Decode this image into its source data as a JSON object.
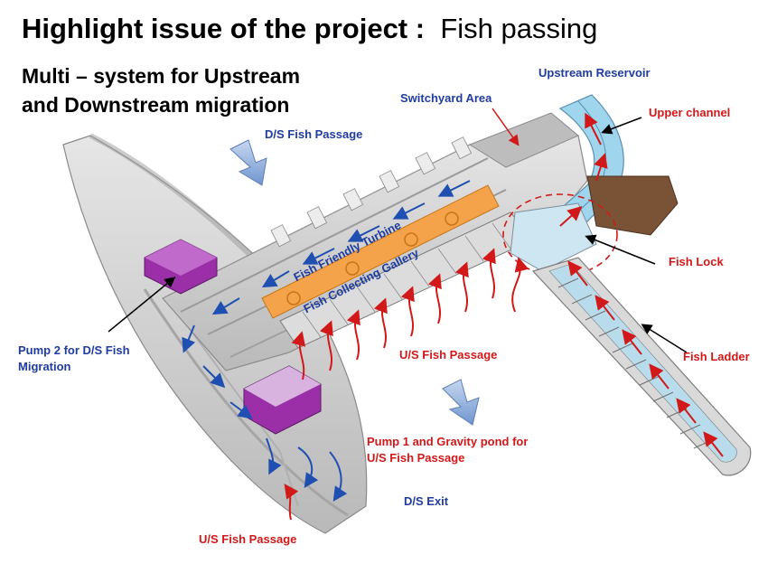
{
  "title": {
    "bold": "Highlight issue of the project :",
    "normal": "Fish passing"
  },
  "subtitle": {
    "line1": "Multi – system for Upstream",
    "line2": "and Downstream migration"
  },
  "labels": {
    "upstream_reservoir": "Upstream Reservoir",
    "switchyard_area": "Switchyard Area",
    "upper_channel": "Upper channel",
    "ds_fish_passage": "D/S Fish Passage",
    "fish_friendly_turbine": "Fish Friendly Turbine",
    "fish_collecting_gallery": "Fish Collecting Gallery",
    "fish_lock": "Fish Lock",
    "pump2_line1": "Pump 2 for D/S Fish",
    "pump2_line2": "Migration",
    "us_fish_passage_center": "U/S Fish Passage",
    "fish_ladder": "Fish Ladder",
    "pump1_line1": "Pump 1 and Gravity pond for",
    "pump1_line2": "U/S Fish Passage",
    "ds_exit": "D/S Exit",
    "us_fish_passage_bottom": "U/S Fish Passage"
  },
  "colors": {
    "blue_label": "#1f3c9e",
    "red_label": "#d21919",
    "structure": "#cfcfcf",
    "water": "#9fd6ee",
    "pump": "#9b2fa8",
    "turbine": "#f5a34a"
  }
}
